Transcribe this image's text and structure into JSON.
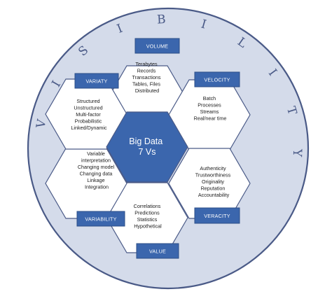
{
  "colors": {
    "circle_fill": "#d4dbea",
    "circle_stroke": "#4a5a87",
    "hex_fill": "#ffffff",
    "hex_stroke": "#4a5a87",
    "center_fill": "#3b66ad",
    "tag_fill": "#3b66ad",
    "tag_stroke": "#2d4f88",
    "letter_color": "#4a5a87"
  },
  "center": {
    "line1": "Big Data",
    "line2": "7 Vs"
  },
  "outer_word_letters": [
    "V",
    "I",
    "S",
    "I",
    "B",
    "I",
    "L",
    "I",
    "T",
    "Y"
  ],
  "hexagons": [
    {
      "id": "volume",
      "label": "VOLUME",
      "items": [
        "Terabytes",
        "Records",
        "Transactions",
        "Tables, Files",
        "Distributed"
      ]
    },
    {
      "id": "velocity",
      "label": "VELOCITY",
      "items": [
        "Batch",
        "Processes",
        "Streams",
        "Real/near time"
      ]
    },
    {
      "id": "veracity",
      "label": "VERACITY",
      "items": [
        "Authenticity",
        "Trustworthiness",
        "Originality",
        "Reputation",
        "Accountability"
      ]
    },
    {
      "id": "value",
      "label": "VALUE",
      "items": [
        "Correlations",
        "Predictions",
        "Statistics",
        "Hypothetical"
      ]
    },
    {
      "id": "variability",
      "label": "VARIABILITY",
      "items": [
        "Variable",
        "interpretation",
        "Changing model",
        "Changing data",
        "Linkage",
        "Integration"
      ]
    },
    {
      "id": "variaty",
      "label": "VARIATY",
      "items": [
        "Structured",
        "Unstructured",
        "Multi-factor",
        "Probabilistic",
        "Linked/Dynamic"
      ]
    }
  ]
}
